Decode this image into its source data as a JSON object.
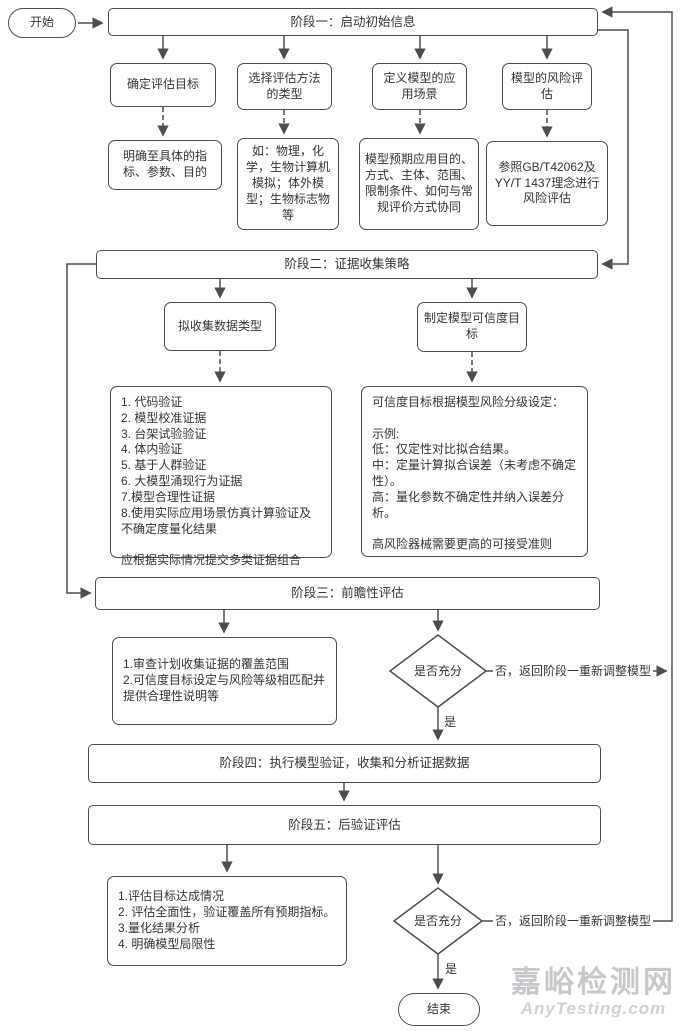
{
  "flow": {
    "start": "开始",
    "end": "结束",
    "phase1": {
      "title": "阶段一：启动初始信息",
      "steps": [
        "确定评估目标",
        "选择评估方法的类型",
        "定义模型的应用场景",
        "模型的风险评估"
      ],
      "details": [
        "明确至具体的指标、参数、目的",
        "如：物理，化学，生物计算机模拟；体外模型；生物标志物等",
        "模型预期应用目的、方式、主体、范围、限制条件、如何与常规评价方式协同",
        "参照GB/T42062及YY/T 1437理念进行风险评估"
      ]
    },
    "phase2": {
      "title": "阶段二：证据收集策略",
      "steps": [
        "拟收集数据类型",
        "制定模型可信度目标"
      ],
      "details": [
        "1. 代码验证\n2. 模型校准证据\n3. 台架试验验证\n4. 体内验证\n5. 基于人群验证\n6. 大模型涌现行为证据\n7.模型合理性证据\n8.使用实际应用场景仿真计算验证及不确定度量化结果\n\n应根据实际情况提交多类证据组合",
        "可信度目标根据模型风险分级设定：\n\n示例:\n低：仅定性对比拟合结果。\n中：定量计算拟合误差（未考虑不确定性）。\n高：量化参数不确定性并纳入误差分析。\n\n高风险器械需要更高的可接受准则"
      ]
    },
    "phase3": {
      "title": "阶段三：前瞻性评估",
      "review": "1.审查计划收集证据的覆盖范围\n2.可信度目标设定与风险等级相匹配并提供合理性说明等"
    },
    "decision1": {
      "label": "是否充分",
      "no": "否，返回阶段一重新调整模型",
      "yes": "是"
    },
    "phase4": {
      "title": "阶段四：执行模型验证，收集和分析证据数据"
    },
    "phase5": {
      "title": "阶段五：后验证评估",
      "review": "1.评估目标达成情况\n2. 评估全面性，验证覆盖所有预期指标。\n3.量化结果分析\n4. 明确模型局限性"
    },
    "decision2": {
      "label": "是否充分",
      "no": "否，返回阶段一重新调整模型",
      "yes": "是"
    }
  },
  "watermark": {
    "title": "嘉峪检测网",
    "subtitle": "AnyTesting.com"
  },
  "colors": {
    "line": "#4d4d4d",
    "text": "#333333",
    "watermark": "#c7c7cb"
  }
}
